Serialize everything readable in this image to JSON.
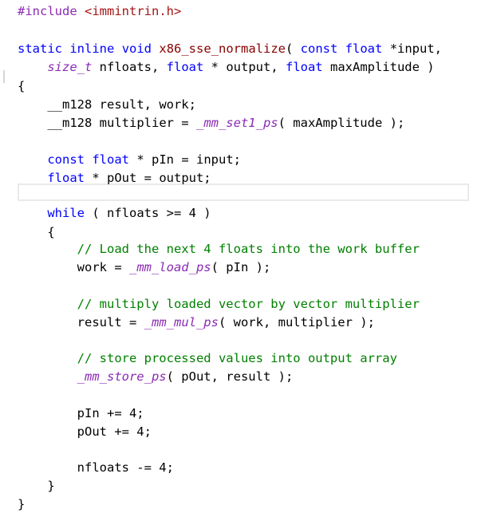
{
  "editor": {
    "lines": [
      [
        {
          "t": "#include",
          "k": "pr"
        },
        {
          "t": " ",
          "k": "id"
        },
        {
          "t": "<immintrin.h>",
          "k": "st"
        }
      ],
      [],
      [
        {
          "t": "static",
          "k": "kw"
        },
        {
          "t": " ",
          "k": "id"
        },
        {
          "t": "inline",
          "k": "kw"
        },
        {
          "t": " ",
          "k": "id"
        },
        {
          "t": "void",
          "k": "kw"
        },
        {
          "t": " ",
          "k": "id"
        },
        {
          "t": "x86_sse_normalize",
          "k": "fn"
        },
        {
          "t": "( ",
          "k": "pn"
        },
        {
          "t": "const",
          "k": "kw"
        },
        {
          "t": " ",
          "k": "id"
        },
        {
          "t": "float",
          "k": "kw"
        },
        {
          "t": " *input,",
          "k": "pn"
        }
      ],
      [
        {
          "t": "    ",
          "k": "id"
        },
        {
          "t": "size_t",
          "k": "im"
        },
        {
          "t": " nfloats, ",
          "k": "pn"
        },
        {
          "t": "float",
          "k": "kw"
        },
        {
          "t": " * output, ",
          "k": "pn"
        },
        {
          "t": "float",
          "k": "kw"
        },
        {
          "t": " maxAmplitude )",
          "k": "pn"
        }
      ],
      [
        {
          "t": "{",
          "k": "pn"
        }
      ],
      [
        {
          "t": "    ",
          "k": "id"
        },
        {
          "t": "__m128",
          "k": "id"
        },
        {
          "t": " result, work;",
          "k": "pn"
        }
      ],
      [
        {
          "t": "    ",
          "k": "id"
        },
        {
          "t": "__m128",
          "k": "id"
        },
        {
          "t": " multiplier = ",
          "k": "pn"
        },
        {
          "t": "_mm_set1_ps",
          "k": "im"
        },
        {
          "t": "( maxAmplitude );",
          "k": "pn"
        }
      ],
      [],
      [
        {
          "t": "    ",
          "k": "id"
        },
        {
          "t": "const",
          "k": "kw"
        },
        {
          "t": " ",
          "k": "id"
        },
        {
          "t": "float",
          "k": "kw"
        },
        {
          "t": " * pIn = input;",
          "k": "pn"
        }
      ],
      [
        {
          "t": "    ",
          "k": "id"
        },
        {
          "t": "float",
          "k": "kw"
        },
        {
          "t": " * pOut = output;",
          "k": "pn"
        }
      ],
      [],
      [
        {
          "t": "    ",
          "k": "id"
        },
        {
          "t": "while",
          "k": "kw"
        },
        {
          "t": " ( nfloats >= 4 )",
          "k": "pn"
        }
      ],
      [
        {
          "t": "    {",
          "k": "pn"
        }
      ],
      [
        {
          "t": "        ",
          "k": "id"
        },
        {
          "t": "// Load the next 4 floats into the work buffer",
          "k": "cm"
        }
      ],
      [
        {
          "t": "        ",
          "k": "id"
        },
        {
          "t": "work = ",
          "k": "pn"
        },
        {
          "t": "_mm_load_ps",
          "k": "im"
        },
        {
          "t": "( pIn );",
          "k": "pn"
        }
      ],
      [],
      [
        {
          "t": "        ",
          "k": "id"
        },
        {
          "t": "// multiply loaded vector by vector multiplier",
          "k": "cm"
        }
      ],
      [
        {
          "t": "        ",
          "k": "id"
        },
        {
          "t": "result = ",
          "k": "pn"
        },
        {
          "t": "_mm_mul_ps",
          "k": "im"
        },
        {
          "t": "( work, multiplier );",
          "k": "pn"
        }
      ],
      [],
      [
        {
          "t": "        ",
          "k": "id"
        },
        {
          "t": "// store processed values into output array",
          "k": "cm"
        }
      ],
      [
        {
          "t": "        ",
          "k": "id"
        },
        {
          "t": "_mm_store_ps",
          "k": "im"
        },
        {
          "t": "( pOut, result );",
          "k": "pn"
        }
      ],
      [],
      [
        {
          "t": "        ",
          "k": "id"
        },
        {
          "t": "pIn += 4;",
          "k": "pn"
        }
      ],
      [
        {
          "t": "        ",
          "k": "id"
        },
        {
          "t": "pOut += 4;",
          "k": "pn"
        }
      ],
      [],
      [
        {
          "t": "        ",
          "k": "id"
        },
        {
          "t": "nfloats -= 4;",
          "k": "pn"
        }
      ],
      [
        {
          "t": "    }",
          "k": "pn"
        }
      ],
      [
        {
          "t": "}",
          "k": "pn"
        }
      ]
    ],
    "colors": {
      "keyword": "#0000ff",
      "type": "#2b91af",
      "function": "#880000",
      "intrinsic": "#8b2bb4",
      "string": "#a31515",
      "comment": "#008000",
      "current_line_border": "#eaeaea"
    }
  }
}
